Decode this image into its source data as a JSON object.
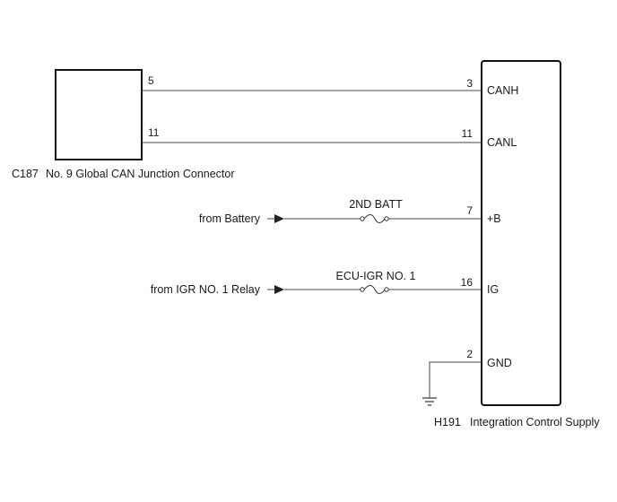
{
  "connector": {
    "code": "C187",
    "name": "No. 9 Global CAN Junction Connector",
    "pins": {
      "canh": "5",
      "canl": "11"
    }
  },
  "ecu": {
    "code": "H191",
    "name": "Integration Control Supply",
    "pins": [
      {
        "pin": "3",
        "signal": "CANH"
      },
      {
        "pin": "11",
        "signal": "CANL"
      },
      {
        "pin": "7",
        "signal": "+B"
      },
      {
        "pin": "16",
        "signal": "IG"
      },
      {
        "pin": "2",
        "signal": "GND"
      }
    ]
  },
  "sources": {
    "battery": "from Battery",
    "igr_relay": "from IGR NO. 1 Relay"
  },
  "fuses": {
    "batt": "2ND BATT",
    "igr": "ECU-IGR NO. 1"
  }
}
